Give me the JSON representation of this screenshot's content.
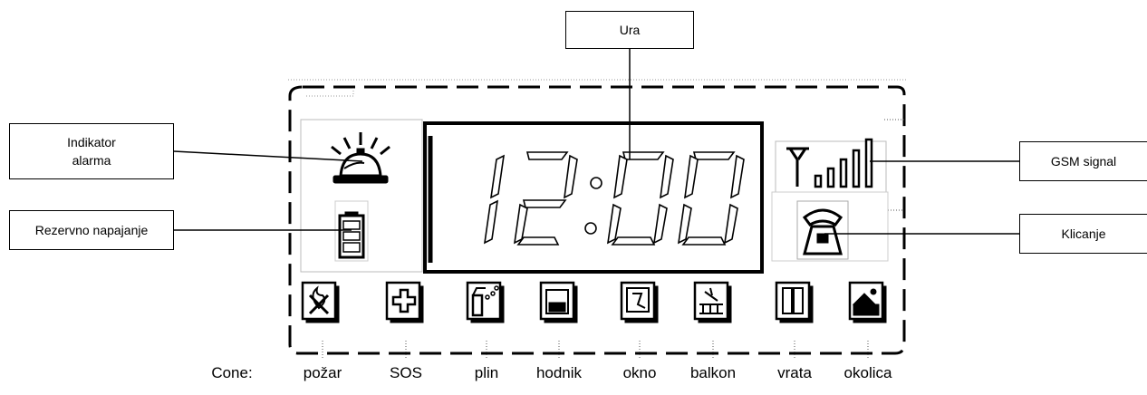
{
  "callouts": {
    "ura": "Ura",
    "indikator_alarma": "Indikator\nalarma",
    "rezervno_napajanje": "Rezervno napajanje",
    "gsm_signal": "GSM signal",
    "klicanje": "Klicanje"
  },
  "display": {
    "time": "12:00"
  },
  "zones": {
    "label": "Cone:",
    "items": [
      "požar",
      "SOS",
      "plin",
      "hodnik",
      "okno",
      "balkon",
      "vrata",
      "okolica"
    ]
  },
  "icons": [
    "bell-icon",
    "battery-icon",
    "antenna-icon",
    "signal-bars-icon",
    "telephone-icon",
    "fire-icon",
    "medical-cross-icon",
    "gas-cylinder-icon",
    "corridor-icon",
    "window-icon",
    "balcony-icon",
    "door-icon",
    "house-icon"
  ]
}
